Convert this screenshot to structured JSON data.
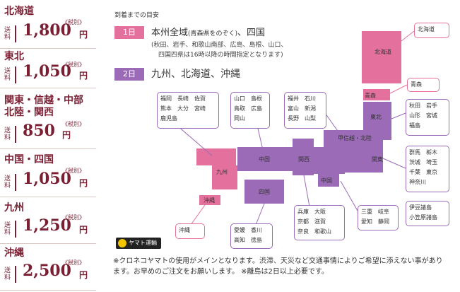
{
  "rates": [
    {
      "region": "北海道",
      "soryo": "送料",
      "zei": "《税別》",
      "price": "1,800",
      "yen": "円"
    },
    {
      "region": "東北",
      "soryo": "送料",
      "zei": "《税別》",
      "price": "1,050",
      "yen": "円"
    },
    {
      "region": "関東・信越・中部",
      "region2": "北陸・関西",
      "soryo": "送料",
      "zei": "《税別》",
      "price": "850",
      "yen": "円"
    },
    {
      "region": "中国・四国",
      "soryo": "送料",
      "zei": "《税別》",
      "price": "1,050",
      "yen": "円"
    },
    {
      "region": "九州",
      "soryo": "送料",
      "zei": "《税別》",
      "price": "1,250",
      "yen": "円"
    },
    {
      "region": "沖縄",
      "soryo": "送料",
      "zei": "《税別》",
      "price": "2,500",
      "yen": "円"
    }
  ],
  "delivery": {
    "heading": "到着までの目安",
    "day1_badge": "1日",
    "day1_main": "本州全域",
    "day1_note": "(青森県をのぞく)",
    "day1_rest": "、四国",
    "day1_sub1": "(秋田、岩手、和歌山南部、広島、島根、山口、",
    "day1_sub2": "四国四県は16時以降の時間指定となります)",
    "day2_badge": "2日",
    "day2_text": "九州、北海道、沖縄"
  },
  "map": {
    "labels": {
      "hokkaido": "北海道",
      "aomori": "青森",
      "tohoku": "東北",
      "kanto": "関東",
      "koshinetsu": "甲信越・北陸",
      "kansai": "関西",
      "chugoku": "中国",
      "chugoku2": "中国",
      "shikoku": "四国",
      "kyushu": "九州",
      "okinawa": "沖縄"
    },
    "boxes": {
      "kyushu_list": [
        "福岡　長崎　佐賀",
        "熊本　大分　宮崎",
        "鹿児島"
      ],
      "chugoku_list": [
        "山口　島根",
        "鳥取　広島",
        "岡山"
      ],
      "hokuriku_list": [
        "福井　石川",
        "富山　新潟",
        "長野　山梨"
      ],
      "tohoku_list": [
        "秋田　岩手",
        "山形　宮城",
        "福島"
      ],
      "kanto_list": [
        "群馬　栃木",
        "茨城　埼玉",
        "千葉　東京",
        "神奈川"
      ],
      "izu_list": [
        "伊豆諸島",
        "小笠原諸島"
      ],
      "chubu_list": [
        "三重　岐阜",
        "愛知　静岡"
      ],
      "kansai_list": [
        "兵庫　大阪",
        "京都　滋賀",
        "奈良　和歌山"
      ],
      "shikoku_list": [
        "愛媛　香川",
        "高知　徳島"
      ],
      "okinawa_box": "沖縄",
      "hokkaido_box": "北海道",
      "aomori_box": "青森"
    },
    "colors": {
      "pink": "#e4719d",
      "purple": "#9b6bb7"
    }
  },
  "logo": "ヤマト運輸",
  "footer": "※クロネコヤマトの使用がメインとなります。渋滞、天災など交通事情によりご希望に添えない事があります。お早めのご注文をお願いします。 ※離島は2日以上必要です。"
}
